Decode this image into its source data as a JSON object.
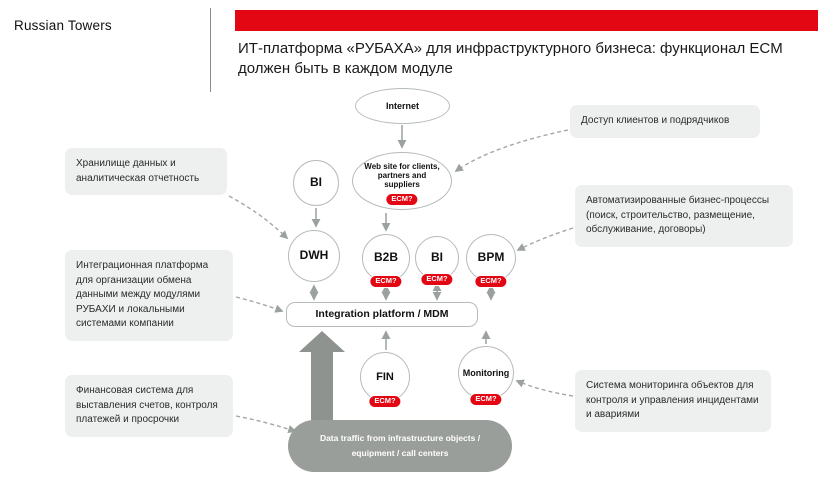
{
  "logo": "Russian Towers",
  "title": "ИТ-платформа «РУБАХА» для инфраструктурного бизнеса: функционал ECM должен быть в каждом модуле",
  "ecm_badge": "ECM?",
  "nodes": {
    "internet": "Internet",
    "bi_top": "BI",
    "website": "Web site for clients, partners and suppliers",
    "dwh": "DWH",
    "b2b": "B2B",
    "bi_mid": "BI",
    "bpm": "BPM",
    "integration": "Integration platform / MDM",
    "fin": "FIN",
    "monitoring": "Monitoring",
    "data_traffic_line1": "Data traffic from infrastructure objects /",
    "data_traffic_line2": "equipment / call centers"
  },
  "callouts": {
    "left": [
      {
        "text": "Хранилище данных и аналитическая отчетность"
      },
      {
        "text": "Интеграционная платформа для организации обмена данными между модулями РУБАХИ и локальными системами компании"
      },
      {
        "text": "Финансовая система для выставления счетов, контроля платежей и просрочки"
      }
    ],
    "right": [
      {
        "text": "Доступ клиентов и подрядчиков"
      },
      {
        "text": "Автоматизированные бизнес-процессы (поиск, строительство, размещение, обслуживание, договоры)"
      },
      {
        "text": "Система мониторинга объектов для контроля и управления инцидентами и авариями"
      }
    ]
  },
  "colors": {
    "accent_red": "#e30613",
    "callout_bg": "#eef0ef",
    "node_border": "#b5bcba",
    "arrow_gray": "#9aa19f",
    "traffic_gray": "#9a9e9b"
  }
}
